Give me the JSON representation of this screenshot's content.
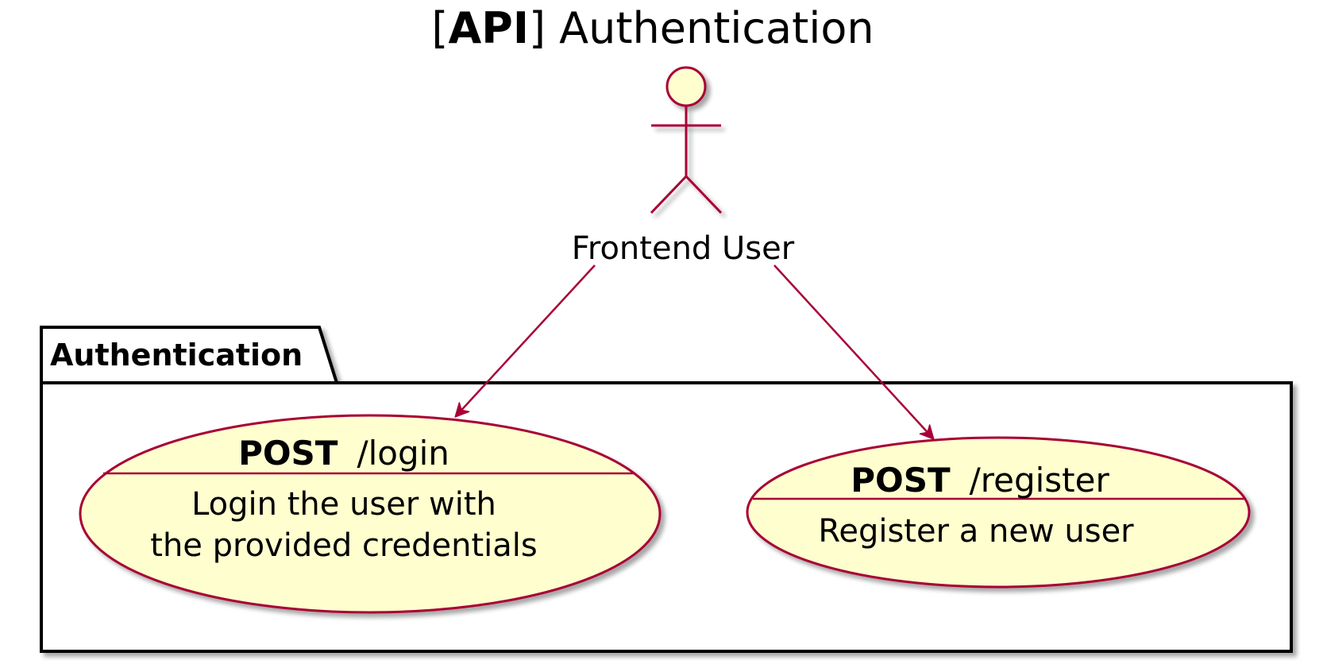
{
  "diagram": {
    "title": {
      "prefix": "[",
      "bold": "API",
      "suffix": "] Authentication"
    },
    "actor": {
      "label": "Frontend User"
    },
    "package": {
      "label": "Authentication"
    },
    "use_cases": [
      {
        "method": "POST",
        "path": "/login",
        "description_lines": [
          "Login the user with",
          "the provided credentials"
        ]
      },
      {
        "method": "POST",
        "path": "/register",
        "description_lines": [
          "Register a new user"
        ]
      }
    ]
  },
  "colors": {
    "stroke": "#A80036",
    "fill": "#FEFECE",
    "package_border": "#000000",
    "shadow": "#C8C8C8"
  }
}
